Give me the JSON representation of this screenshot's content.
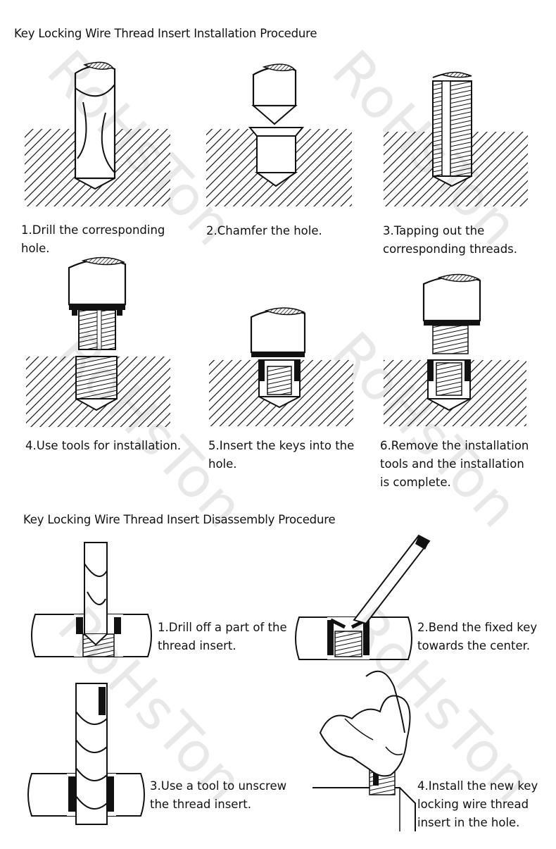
{
  "installation": {
    "title": "Key Locking Wire Thread Insert Installation Procedure",
    "steps": [
      {
        "line1": "1.Drill the corresponding",
        "line2": "hole."
      },
      {
        "line1": "2.Chamfer the hole.",
        "line2": ""
      },
      {
        "line1": "3.Tapping out the",
        "line2": "corresponding threads."
      },
      {
        "line1": "4.Use tools for installation.",
        "line2": ""
      },
      {
        "line1": "5.Insert the keys into the",
        "line2": "hole."
      },
      {
        "line1": "6.Remove the installation",
        "line2": "tools and the installation",
        "line3": "is complete."
      }
    ]
  },
  "disassembly": {
    "title": "Key Locking Wire Thread Insert Disassembly Procedure",
    "steps": [
      {
        "line1": "1.Drill off a part of the",
        "line2": "thread insert."
      },
      {
        "line1": "2.Bend the fixed key",
        "line2": "towards the center."
      },
      {
        "line1": "3.Use a tool to unscrew",
        "line2": "the thread insert."
      },
      {
        "line1": "4.Install the new key",
        "line2": "locking wire thread",
        "line3": "insert  in the hole."
      }
    ]
  },
  "watermark": "RoHsTon"
}
